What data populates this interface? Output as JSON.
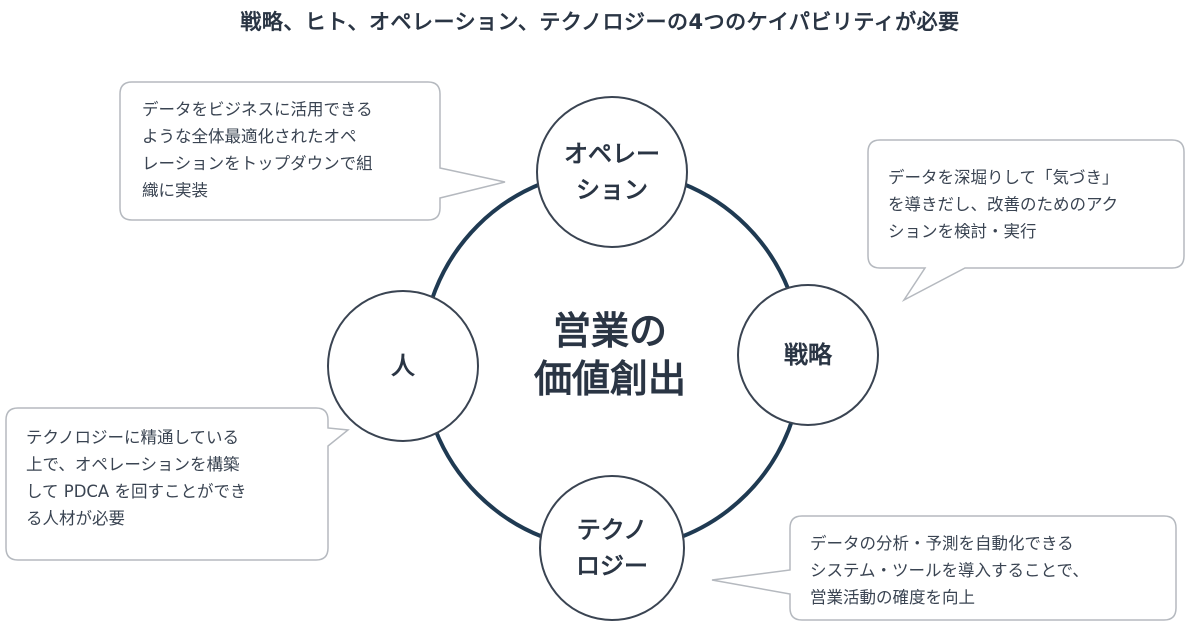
{
  "title": "戦略、ヒト、オペレーション、テクノロジーの4つのケイパビリティが必要",
  "center": {
    "label": "営業の\n価値創出"
  },
  "nodes": {
    "operation": "オペレー\nション",
    "strategy": "戦略",
    "people": "人",
    "technology": "テクノ\nロジー"
  },
  "callouts": {
    "operation": "データをビジネスに活用できる\nような全体最適化されたオペ\nレーションをトップダウンで組\n織に実装",
    "strategy": "データを深堀りして「気づき」\nを導きだし、改善のためのアク\nションを検討・実行",
    "people": "テクノロジーに精通している\n上で、オペレーションを構築\nして PDCA を回すことができ\nる人材が必要",
    "technology": "データの分析・予測を自動化できる\nシステム・ツールを導入することで、\n営業活動の確度を向上"
  },
  "colors": {
    "ring": "#1f3a52",
    "node_border": "#3a4452",
    "callout_border": "#b5b9bf",
    "text": "#2a3544"
  }
}
